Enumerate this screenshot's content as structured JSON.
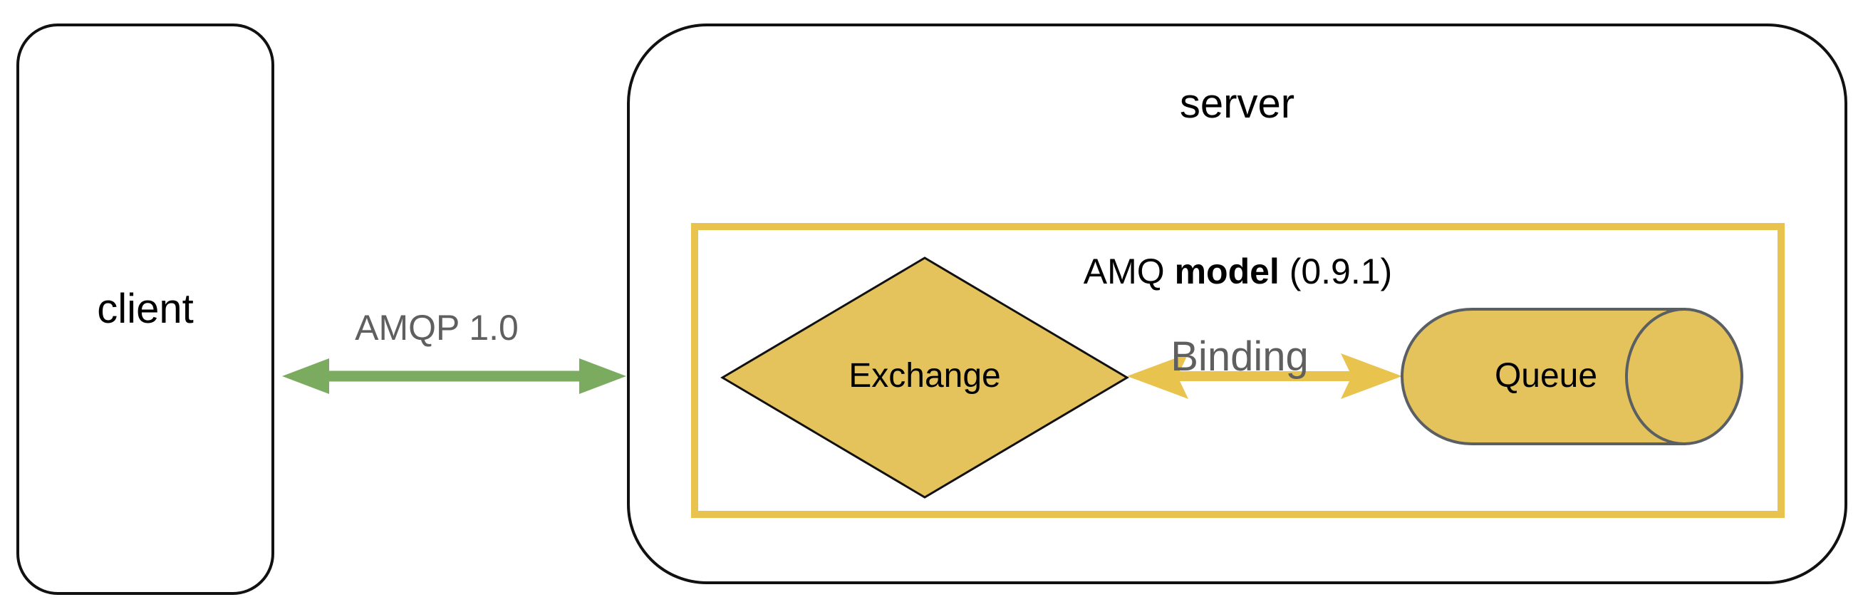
{
  "client": {
    "label": "client"
  },
  "server": {
    "label": "server"
  },
  "amqp_link": {
    "label": "AMQP 1.0"
  },
  "amq_model": {
    "title_prefix": "AMQ ",
    "title_bold": "model",
    "title_suffix": " (0.9.1)"
  },
  "exchange": {
    "label": "Exchange"
  },
  "binding": {
    "label": "Binding"
  },
  "queue": {
    "label": "Queue"
  },
  "colors": {
    "shape_fill_yellow": "#E5C35C",
    "accent_yellow": "#E8C44F",
    "arrow_green": "#7AAB5F",
    "muted_text_gray": "#5F5F5F",
    "cylinder_stroke_gray": "#5A5F64",
    "outline_black": "#111111"
  }
}
